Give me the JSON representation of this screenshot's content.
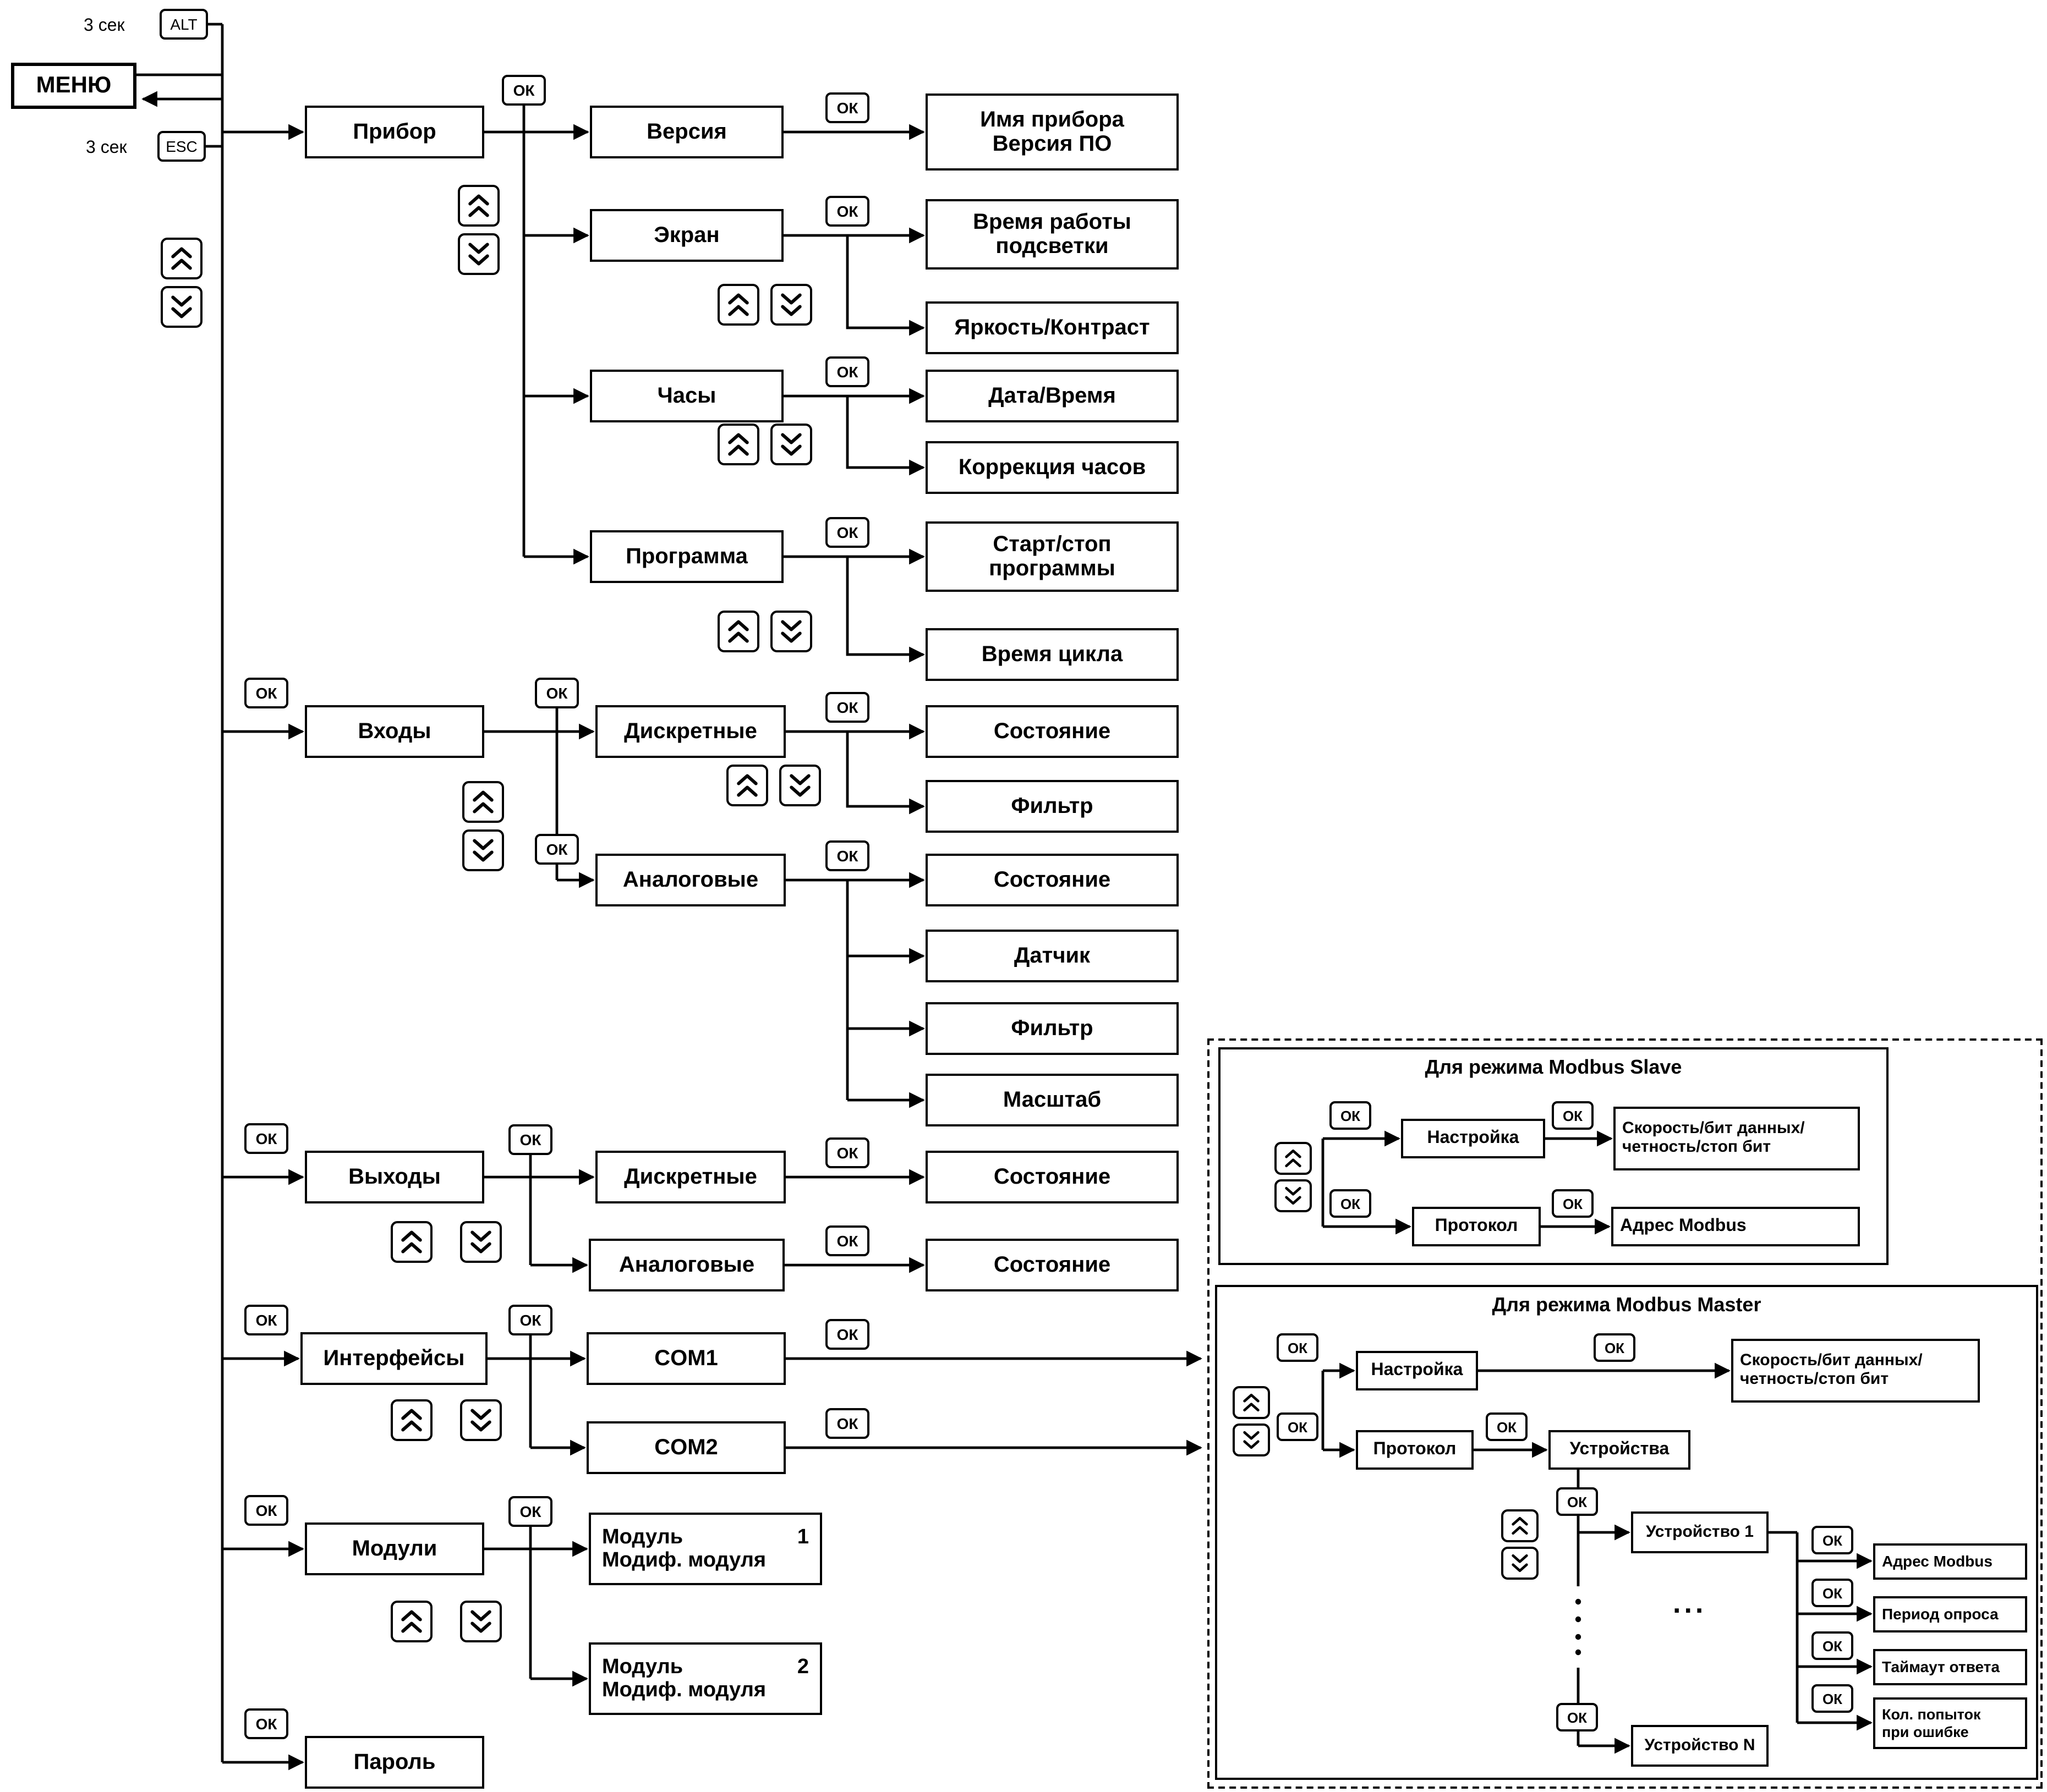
{
  "colors": {
    "line": "#000000",
    "background": "#ffffff",
    "border": "#000000"
  },
  "buttons": {
    "ok": "ОК",
    "alt": "ALT",
    "esc": "ESC",
    "hold_label": "3 сек"
  },
  "menu": {
    "root": "МЕНЮ"
  },
  "nodes": {
    "pribor": "Прибор",
    "versiya": "Версия",
    "imya_pribora": "Имя прибора\nВерсия ПО",
    "ekran": "Экран",
    "vremya_raboty": "Время работы\nподсветки",
    "yarkost": "Яркость/Контраст",
    "chasy": "Часы",
    "data_vremya": "Дата/Время",
    "korrekciya": "Коррекция часов",
    "programma": "Программа",
    "start_stop": "Старт/стоп\nпрограммы",
    "vremya_cikla": "Время цикла",
    "vhody": "Входы",
    "diskretnye": "Дискретные",
    "analogovye": "Аналоговые",
    "sostoyanie": "Состояние",
    "filtr": "Фильтр",
    "datchik": "Датчик",
    "masshtab": "Масштаб",
    "vyhody": "Выходы",
    "interfeysy": "Интерфейсы",
    "com1": "COM1",
    "com2": "COM2",
    "moduli": "Модули",
    "modul": "Модуль",
    "modul1_num": "1",
    "modul2_num": "2",
    "modif_modulya": "Модиф. модуля",
    "parol": "Пароль"
  },
  "modbus_slave": {
    "title": "Для режима Modbus Slave",
    "nastroyka": "Настройка",
    "skorost": "Скорость/бит данных/\nчетность/стоп бит",
    "protokol": "Протокол",
    "adres_modbus": "Адрес Modbus"
  },
  "modbus_master": {
    "title": "Для режима Modbus Master",
    "nastroyka": "Настройка",
    "skorost": "Скорость/бит данных/\nчетность/стоп бит",
    "protokol": "Протокол",
    "ustroystva": "Устройства",
    "ustroystvo_1": "Устройство 1",
    "ustroystvo_n": "Устройство N",
    "adres_modbus": "Адрес Modbus",
    "period_oprosa": "Период опроса",
    "taymaut_otveta": "Таймаут ответа",
    "kol_popytok": "Кол. попыток\nпри ошибке",
    "ellipsis": "..."
  }
}
